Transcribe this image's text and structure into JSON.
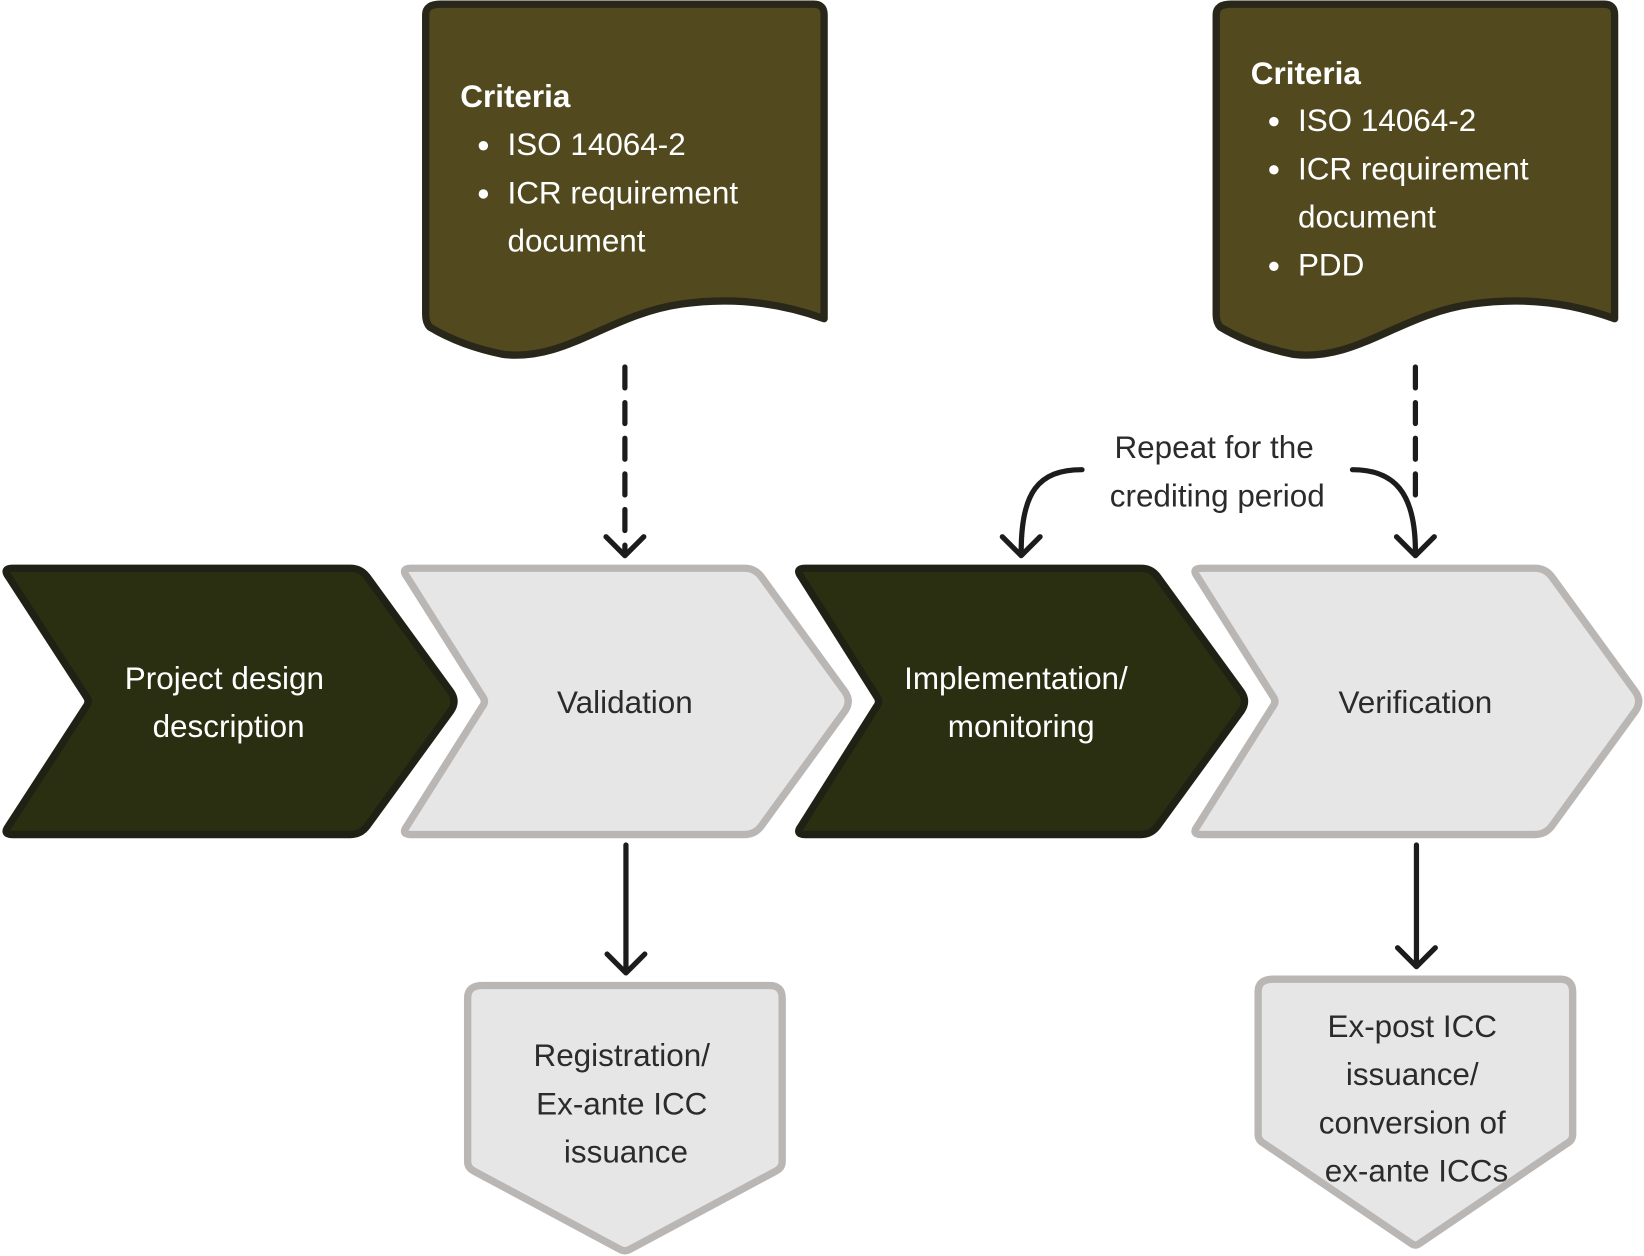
{
  "colors": {
    "dark_fill": "#2a2f12",
    "dark_stroke": "#1e2114",
    "light_fill": "#e6e6e6",
    "light_stroke": "#bab6b4",
    "doc_fill": "#524a1e",
    "doc_stroke": "#29271a",
    "arrow": "#1c1c1c"
  },
  "process_steps": [
    {
      "id": "project-design-description",
      "lines": [
        "Project design",
        "description"
      ],
      "style": "dark"
    },
    {
      "id": "validation",
      "lines": [
        "Validation"
      ],
      "style": "light"
    },
    {
      "id": "implementation-monitoring",
      "lines": [
        "Implementation/",
        "monitoring"
      ],
      "style": "dark"
    },
    {
      "id": "verification",
      "lines": [
        "Verification"
      ],
      "style": "light"
    }
  ],
  "criteria_docs": [
    {
      "id": "validation-criteria",
      "title": "Criteria",
      "items": [
        [
          "ISO 14064-2"
        ],
        [
          "ICR requirement",
          "document"
        ]
      ]
    },
    {
      "id": "verification-criteria",
      "title": "Criteria",
      "items": [
        [
          "ISO 14064-2"
        ],
        [
          "ICR requirement",
          "document"
        ],
        [
          "PDD"
        ]
      ]
    }
  ],
  "outputs": [
    {
      "id": "registration-output",
      "lines": [
        "Registration/",
        "Ex-ante ICC",
        "issuance"
      ]
    },
    {
      "id": "ex-post-output",
      "lines": [
        "Ex-post ICC",
        "issuance/",
        "conversion of",
        "ex-ante ICCs"
      ]
    }
  ],
  "repeat_note": {
    "lines": [
      "Repeat for the",
      "crediting period"
    ]
  }
}
